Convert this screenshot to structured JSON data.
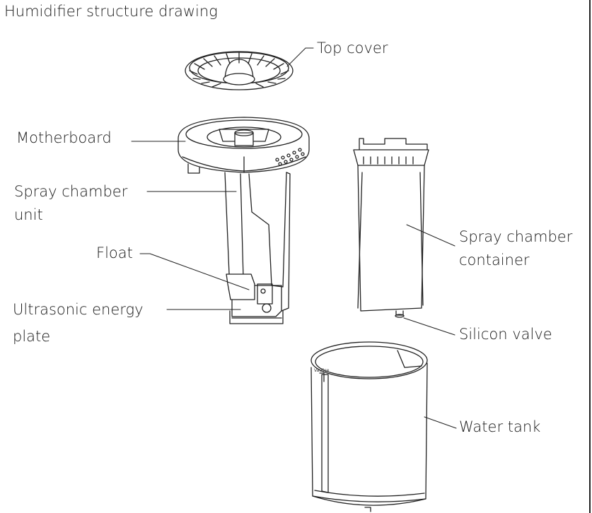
{
  "title": "Humidifier structure drawing",
  "labels": {
    "top_cover": "Top cover",
    "motherboard": "Motherboard",
    "spray_chamber_unit_1": "Spray chamber",
    "spray_chamber_unit_2": "unit",
    "float": "Float",
    "ultrasonic_1": "Ultrasonic energy",
    "ultrasonic_2": "plate",
    "spray_container_1": "Spray chamber",
    "spray_container_2": "container",
    "silicon_valve": "Silicon valve",
    "water_tank": "Water tank"
  },
  "brand_mark": "Vaulice"
}
